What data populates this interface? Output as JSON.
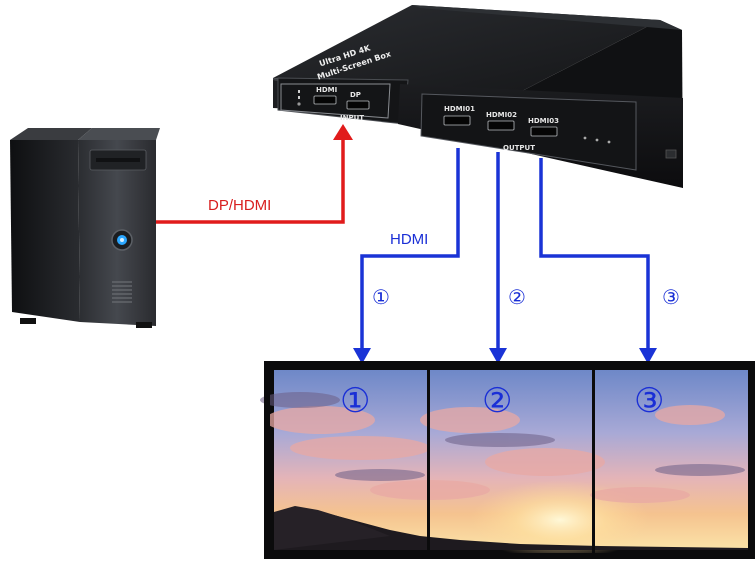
{
  "device": {
    "title_line1": "Ultra HD 4K",
    "title_line2": "Multi-Screen Box",
    "inputs": [
      "HDMI",
      "DP"
    ],
    "input_label": "INPUT",
    "outputs": [
      "HDMI01",
      "HDMI02",
      "HDMI03"
    ],
    "output_label": "OUTPUT"
  },
  "connections": {
    "input_label": "DP/HDMI",
    "output_label": "HDMI",
    "output_numbers": [
      "①",
      "②",
      "③"
    ]
  },
  "screens": {
    "numbers": [
      "①",
      "②",
      "③"
    ]
  },
  "colors": {
    "input_line": "#e11b1b",
    "output_line": "#1a33d6",
    "number_color": "#1a2fd6"
  }
}
